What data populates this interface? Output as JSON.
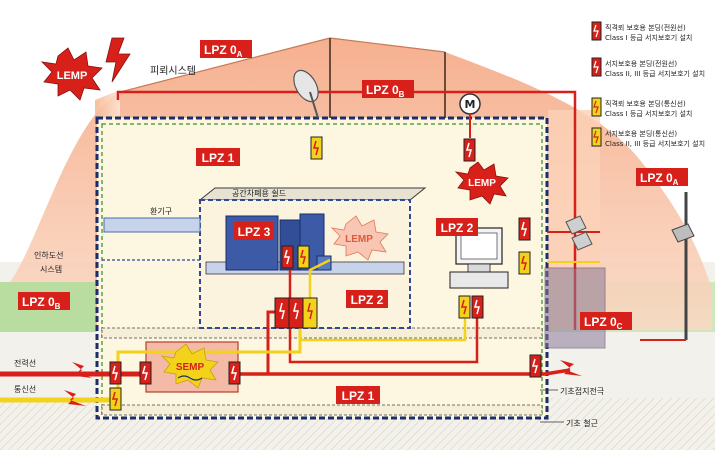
{
  "zones": {
    "lpz0a_top": {
      "main": "LPZ 0",
      "sub": "A"
    },
    "lpz0b_roof": {
      "main": "LPZ 0",
      "sub": "B"
    },
    "lpz1_upper": "LPZ 1",
    "lpz1_lower": "LPZ 1",
    "lpz2_center": "LPZ 2",
    "lpz2_right": "LPZ 2",
    "lpz3": "LPZ 3",
    "lpz0a_right": {
      "main": "LPZ 0",
      "sub": "A"
    },
    "lpz0b_left": {
      "main": "LPZ 0",
      "sub": "B"
    },
    "lpz0c": {
      "main": "LPZ 0",
      "sub": "C"
    }
  },
  "bursts": {
    "lemp_left": "LEMP",
    "lemp_center": "LEMP",
    "lemp_inner": "LEMP",
    "semp": "SEMP"
  },
  "labels": {
    "lightning_system": "피뢰시스템",
    "ventilation": "환기구",
    "shield_room": "공간차폐용 쉴드",
    "down_conductor_line1": "인하도선",
    "down_conductor_line2": "시스템",
    "power_line": "전력선",
    "comm_line": "통신선",
    "foundation_electrode": "기초접지전극",
    "foundation_rebar": "기초 철근",
    "motor": "M"
  },
  "legend": [
    {
      "line1": "직격뢰 보호용 본딩(전원선)",
      "line2": "Class I 등급 서지보호기 설치",
      "color": "#d8201a"
    },
    {
      "line1": "서지보호용 본딩(전원선)",
      "line2": "Class II, III 등급 서지보호기 설치",
      "color": "#d8201a"
    },
    {
      "line1": "직격뢰 보호용 본딩(통신선)",
      "line2": "Class I 등급 서지보호기 설치",
      "color": "#f2d21a"
    },
    {
      "line1": "서지보호용 본딩(통신선)",
      "line2": "Class II, III 등급 서지보호기 설치",
      "color": "#f2d21a"
    }
  ],
  "colors": {
    "zone_red": "#d8201a",
    "cable_red": "#d8201a",
    "cable_yellow": "#f2d21a",
    "roof_orange": "#f6b48a",
    "building_beige": "#fdf6e0",
    "ground_green": "#b9dca0",
    "equipment_blue": "#4a6cb0"
  }
}
